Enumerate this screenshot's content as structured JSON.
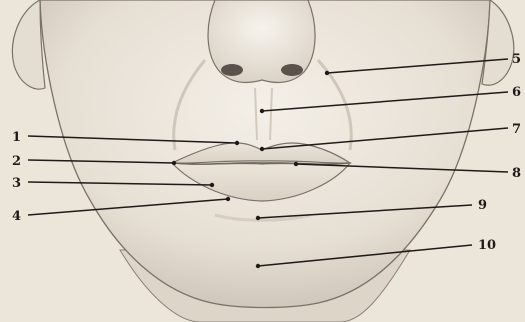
{
  "figure": {
    "labels": [
      {
        "num": "1",
        "side": "left"
      },
      {
        "num": "2",
        "side": "left"
      },
      {
        "num": "3",
        "side": "left"
      },
      {
        "num": "4",
        "side": "left"
      },
      {
        "num": "5",
        "side": "right"
      },
      {
        "num": "6",
        "side": "right"
      },
      {
        "num": "7",
        "side": "right"
      },
      {
        "num": "8",
        "side": "right"
      },
      {
        "num": "9",
        "side": "right"
      },
      {
        "num": "10",
        "side": "right"
      }
    ]
  },
  "colors": {
    "background": "#ece6da",
    "skin_light": "#f1ece3",
    "skin_shadow": "#c9c2b6",
    "outline": "#7a7268",
    "lip": "#e2dbd0",
    "label_ink": "#1e1a17"
  }
}
